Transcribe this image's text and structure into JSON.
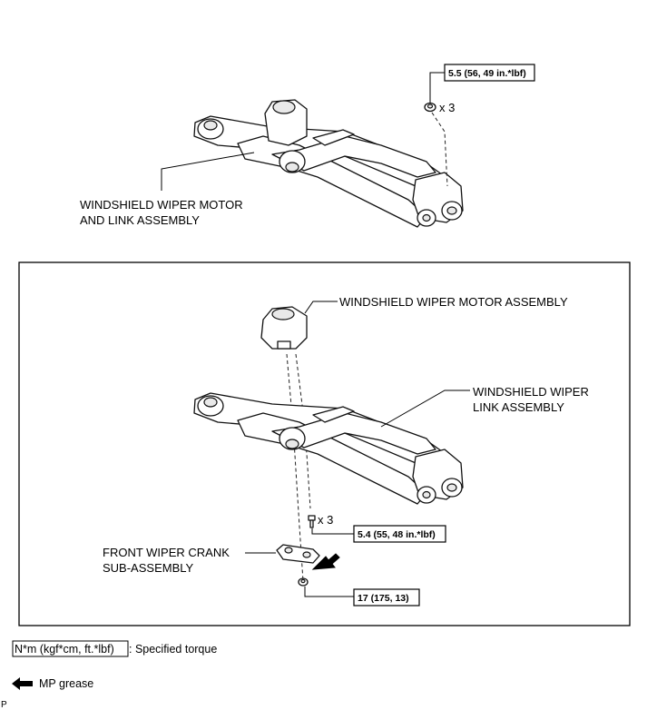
{
  "labels": {
    "top_assembly_line1": "WINDSHIELD WIPER MOTOR",
    "top_assembly_line2": "AND LINK ASSEMBLY",
    "motor_assembly": "WINDSHIELD WIPER MOTOR ASSEMBLY",
    "link_assembly_line1": "WINDSHIELD WIPER",
    "link_assembly_line2": "LINK ASSEMBLY",
    "crank_line1": "FRONT WIPER CRANK",
    "crank_line2": "SUB-ASSEMBLY",
    "qty_top": "x 3",
    "qty_motor_bolts": "x 3"
  },
  "torques": {
    "top_nut": "5.5 (56, 49 in.*lbf)",
    "motor_bolts": "5.4 (55, 48 in.*lbf)",
    "crank_nut": "17 (175, 13)"
  },
  "legend": {
    "torque_unit": "N*m (kgf*cm, ft.*lbf)",
    "torque_desc": ": Specified torque",
    "grease_desc": "MP grease"
  },
  "corner_code": "P"
}
